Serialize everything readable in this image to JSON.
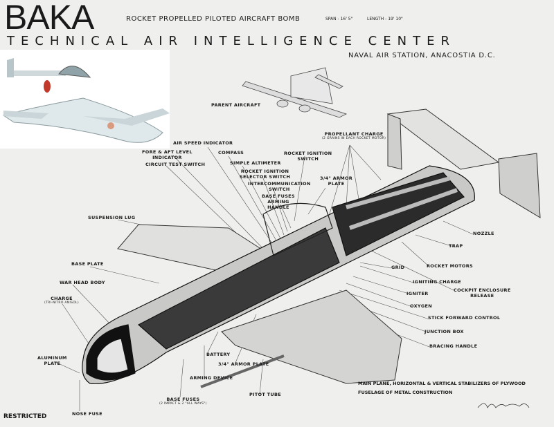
{
  "header": {
    "title": "BAKA",
    "subtitle": "ROCKET PROPELLED PILOTED AIRCRAFT BOMB",
    "span": "SPAN - 16' 5\"",
    "length": "LENGTH - 19' 10\"",
    "organization": "TECHNICAL AIR INTELLIGENCE CENTER",
    "location": "NAVAL AIR STATION, ANACOSTIA D.C."
  },
  "labels": {
    "parent_aircraft": "PARENT AIRCRAFT",
    "air_speed_indicator": "AIR SPEED INDICATOR",
    "fore_aft_level": "FORE & AFT LEVEL",
    "fore_aft_level_2": "INDICATOR",
    "circuit_test_switch": "CIRCUIT TEST SWITCH",
    "compass": "COMPASS",
    "simple_altimeter": "SIMPLE ALTIMETER",
    "rocket_ignition_selector": "ROCKET IGNITION",
    "rocket_ignition_selector_2": "SELECTOR SWITCH",
    "intercom": "INTERCOMMUNICATION",
    "intercom_2": "SWITCH",
    "base_fuses_arming": "BASE FUSES",
    "base_fuses_arming_2": "ARMING",
    "base_fuses_arming_3": "HANDLE",
    "rocket_ignition_switch": "ROCKET IGNITION",
    "rocket_ignition_switch_2": "SWITCH",
    "armor_plate_top": "3/4\" ARMOR",
    "armor_plate_top_2": "PLATE",
    "propellant_charge": "PROPELLANT CHARGE",
    "propellant_charge_sub": "(2 GRAINS IN EACH ROCKET MOTOR)",
    "suspension_lug": "SUSPENSION LUG",
    "base_plate": "BASE PLATE",
    "war_head_body": "WAR HEAD BODY",
    "charge": "CHARGE",
    "charge_sub": "(TRI-NITRO ANISOL)",
    "aluminum_plate": "ALUMINUM",
    "aluminum_plate_2": "PLATE",
    "nose_fuse": "NOSE FUSE",
    "battery": "BATTERY",
    "armor_plate_bottom": "3/4\" ARMOR PLATE",
    "arming_device": "ARMING DEVICE",
    "base_fuses": "BASE FUSES",
    "base_fuses_sub": "(2 IMPACT & 2 \"ALL WAYS\")",
    "pitot_tube": "PITOT TUBE",
    "nozzle": "NOZZLE",
    "trap": "TRAP",
    "rocket_motors": "ROCKET MOTORS",
    "grid": "GRID",
    "igniting_charge": "IGNITING CHARGE",
    "cockpit_release": "COCKPIT ENCLOSURE",
    "cockpit_release_2": "RELEASE",
    "igniter": "IGNITER",
    "oxygen": "OXYGEN",
    "stick_forward": "STICK FORWARD CONTROL",
    "junction_box": "JUNCTION BOX",
    "bracing_handle": "BRACING HANDLE"
  },
  "notes": {
    "line1": "MAIN PLANE, HORIZONTAL & VERTICAL STABILIZERS OF PLYWOOD",
    "line2": "FUSELAGE OF METAL CONSTRUCTION"
  },
  "footer": {
    "restricted": "RESTRICTED"
  },
  "colors": {
    "paper": "#efefed",
    "ink": "#1a1a1a",
    "inset_aircraft": "#dfe8ea",
    "hinomaru": "#c0392b"
  }
}
